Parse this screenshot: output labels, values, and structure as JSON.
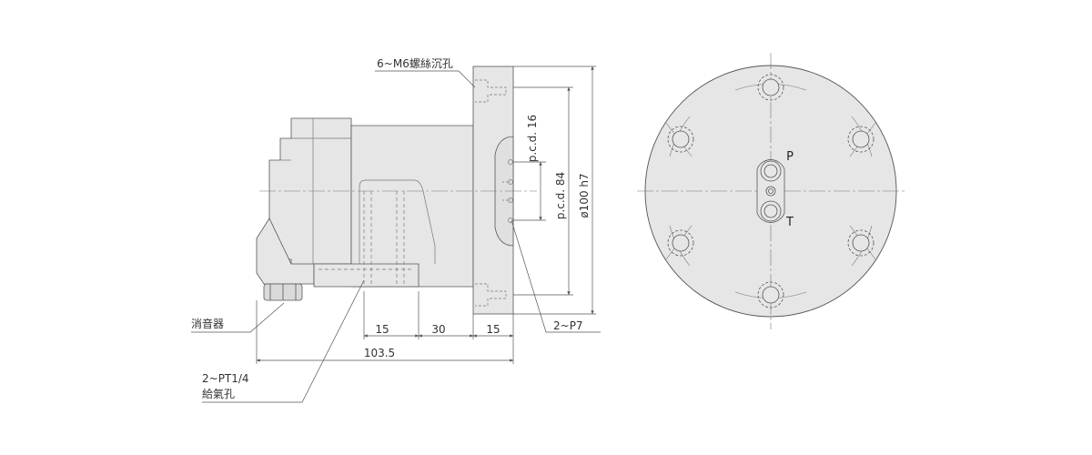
{
  "labels": {
    "counterbore_holes": "6~M6螺絲沉孔",
    "muffler": "消音器",
    "air_inlet_line1": "2~PT1/4",
    "air_inlet_line2": "給氣孔",
    "pin_holes": "2~P7"
  },
  "dimensions": {
    "d15a": "15",
    "d30": "30",
    "d15b": "15",
    "total": "103.5",
    "pcd16": "p.c.d. 16",
    "pcd84": "p.c.d. 84",
    "dia100": "ø100 h7"
  },
  "ports": {
    "p": "P",
    "t": "T"
  },
  "colors": {
    "body_fill": "#e6e6e6",
    "outline": "#555555",
    "dim_line": "#555555",
    "center_line": "#777777"
  }
}
